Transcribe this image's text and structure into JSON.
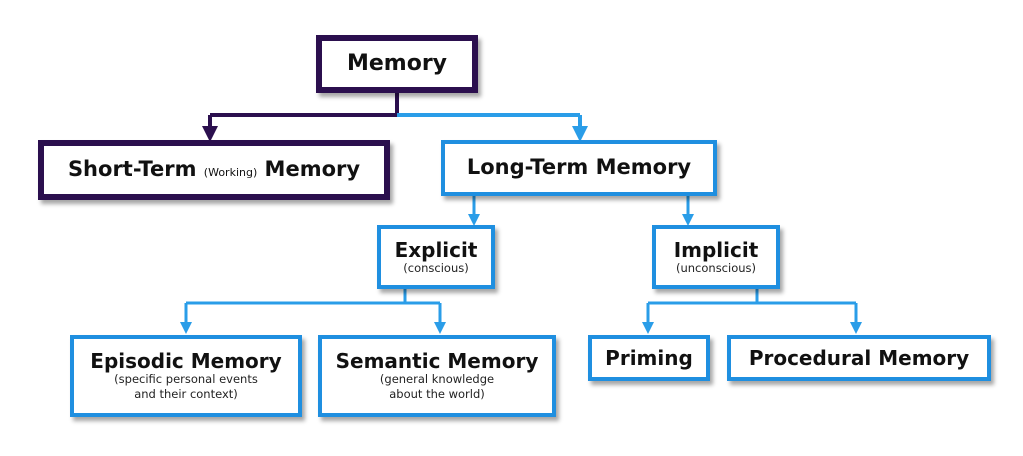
{
  "colors": {
    "purple": "#2b0f4e",
    "blue": "#1f8fe0",
    "blue_line": "#2a9de8"
  },
  "nodes": {
    "memory": {
      "title": "Memory"
    },
    "short_term": {
      "title_before": "Short-Term ",
      "title_small": "(Working)",
      "title_after": " Memory"
    },
    "long_term": {
      "title": "Long-Term Memory"
    },
    "explicit": {
      "title": "Explicit",
      "subtitle": "(conscious)"
    },
    "implicit": {
      "title": "Implicit",
      "subtitle": "(unconscious)"
    },
    "episodic": {
      "title": "Episodic Memory",
      "subtitle_line1": "(specific personal events",
      "subtitle_line2": "and their context)"
    },
    "semantic": {
      "title": "Semantic Memory",
      "subtitle_line1": "(general knowledge",
      "subtitle_line2": "about the world)"
    },
    "priming": {
      "title": "Priming"
    },
    "procedural": {
      "title": "Procedural Memory"
    }
  }
}
